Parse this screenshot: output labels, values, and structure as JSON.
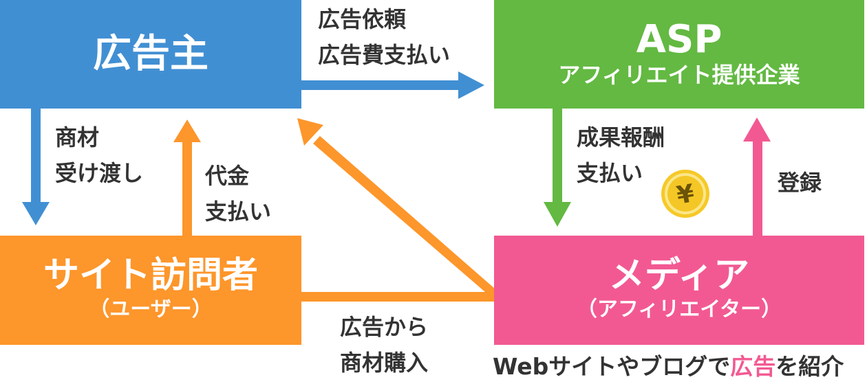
{
  "nodes": {
    "advertiser": {
      "title": "広告主",
      "color": "#418fd3"
    },
    "asp": {
      "title": "ASP",
      "subtitle": "アフィリエイト提供企業",
      "color": "#63b942"
    },
    "visitor": {
      "title": "サイト訪問者",
      "subtitle": "（ユーザー）",
      "color": "#fd962b"
    },
    "media": {
      "title": "メディア",
      "subtitle": "（アフィリエイター）",
      "color": "#f25992"
    }
  },
  "edges": {
    "advertiser_to_asp": {
      "line1": "広告依頼",
      "line2": "広告費支払い",
      "color": "#418fd3"
    },
    "advertiser_to_visitor": {
      "line1": "商材",
      "line2": "受け渡し",
      "color": "#418fd3"
    },
    "visitor_to_advertiser": {
      "line1": "代金",
      "line2": "支払い",
      "color": "#fd962b"
    },
    "asp_to_media": {
      "line1": "成果報酬",
      "line2": "支払い",
      "color": "#63b942"
    },
    "media_to_asp": {
      "line1": "登録",
      "color": "#f25992"
    },
    "visitor_via_media_to_advertiser": {
      "line1": "広告から",
      "line2": "商材購入",
      "color": "#fd962b"
    }
  },
  "coin": {
    "icon": "yen-coin-icon",
    "symbol": "¥",
    "color": "#f5c824"
  },
  "caption": {
    "before": "Webサイトやブログで",
    "highlight": "広告",
    "after": "を紹介",
    "highlight_color": "#f25992"
  }
}
